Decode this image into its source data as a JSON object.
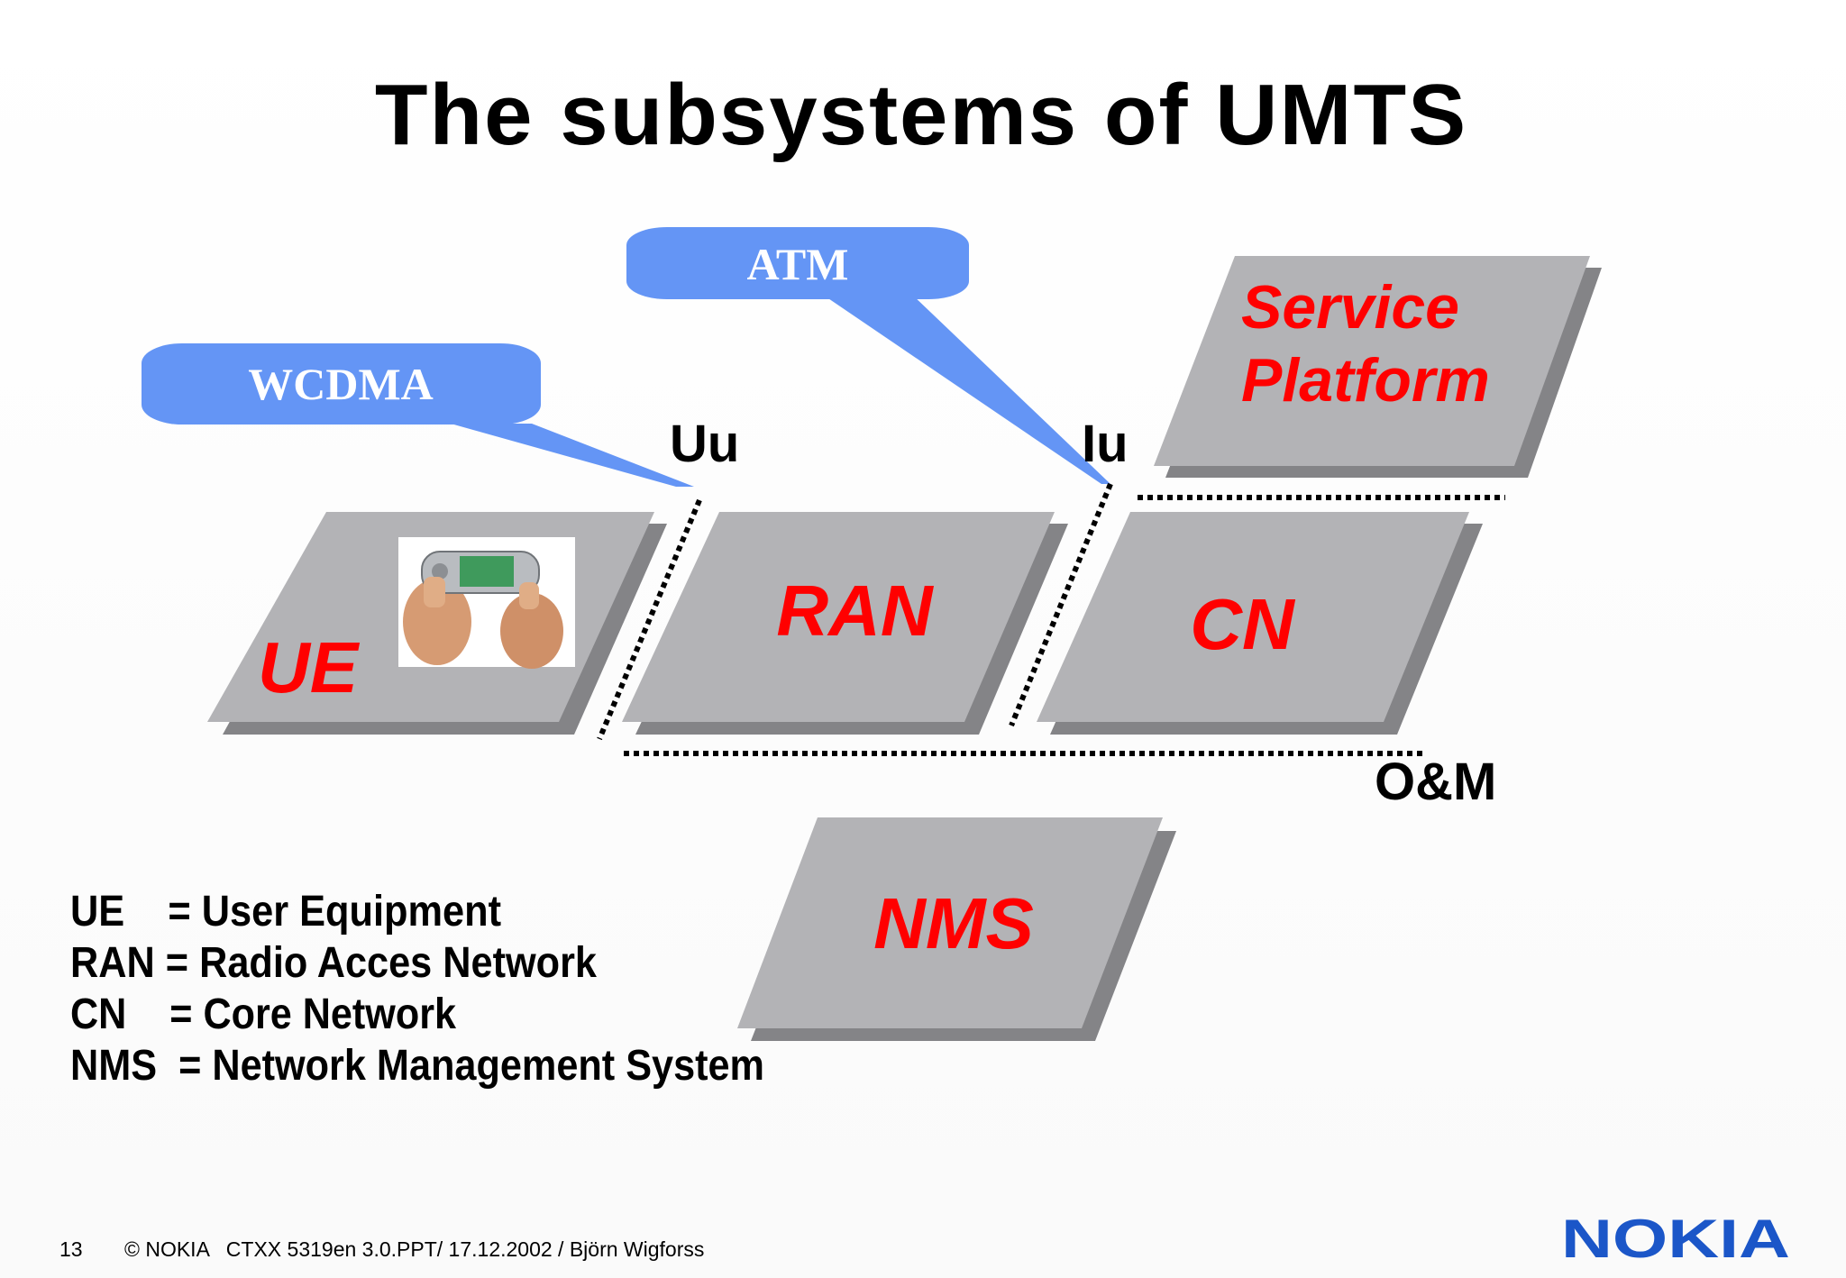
{
  "slide": {
    "title": "The subsystems of UMTS"
  },
  "callouts": {
    "wcdma": "WCDMA",
    "atm": "ATM"
  },
  "interfaces": {
    "uu": "Uu",
    "iu": "Iu",
    "om": "O&M"
  },
  "blocks": {
    "ue": "UE",
    "ran": "RAN",
    "cn": "CN",
    "service_line1": "Service",
    "service_line2": "Platform",
    "nms": "NMS"
  },
  "legend": {
    "line1": "UE    = User Equipment",
    "line2": "RAN = Radio Acces Network",
    "line3": "CN    = Core Network",
    "line4": "NMS  = Network Management System"
  },
  "footer": {
    "page_number": "13",
    "copyright": "© NOKIA   CTXX 5319en 3.0.PPT/ 17.12.2002 / Björn Wigforss",
    "logo": "NOKIA"
  },
  "colors": {
    "block_face": "#b3b3b6",
    "block_shadow": "#848487",
    "block_text": "#ff0000",
    "callout_fill": "#6495f5",
    "logo": "#1b56c8"
  },
  "icons": {
    "ue_image": "hand-held-phone-photo"
  }
}
